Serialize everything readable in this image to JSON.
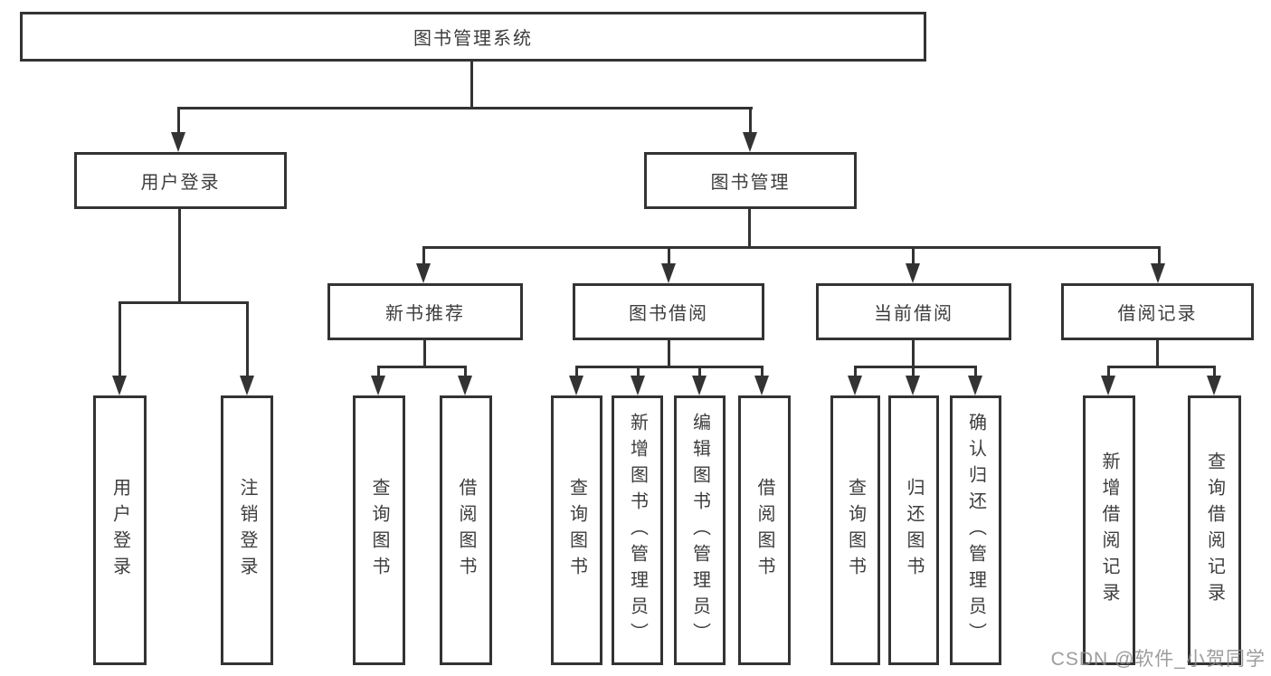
{
  "title": "图书管理系统",
  "nodes": {
    "root": "图书管理系统",
    "user_login": "用户登录",
    "book_mgmt": "图书管理",
    "new_book_rec": "新书推荐",
    "book_borrow": "图书借阅",
    "current_borrow": "当前借阅",
    "borrow_records": "借阅记录",
    "ul_login": "用户登录",
    "ul_logout": "注销登录",
    "nb_query": "查询图书",
    "nb_borrow": "借阅图书",
    "bb_query": "查询图书",
    "bb_add": "新增图书（管理员）",
    "bb_edit": "编辑图书（管理员）",
    "bb_borrow": "借阅图书",
    "cb_query": "查询图书",
    "cb_return": "归还图书",
    "cb_confirm": "确认归还（管理员）",
    "br_add": "新增借阅记录",
    "br_query": "查询借阅记录"
  },
  "hierarchy": {
    "图书管理系统": {
      "用户登录": [
        "用户登录",
        "注销登录"
      ],
      "图书管理": {
        "新书推荐": [
          "查询图书",
          "借阅图书"
        ],
        "图书借阅": [
          "查询图书",
          "新增图书（管理员）",
          "编辑图书（管理员）",
          "借阅图书"
        ],
        "当前借阅": [
          "查询图书",
          "归还图书",
          "确认归还（管理员）"
        ],
        "借阅记录": [
          "新增借阅记录",
          "查询借阅记录"
        ]
      }
    }
  },
  "watermark": "CSDN @软件_小贺同学",
  "colors": {
    "line": "#333333",
    "text": "#3d3d3d",
    "box_background": "#ffffff",
    "watermark": "#8c8c8c",
    "page_background": "#ffffff"
  }
}
